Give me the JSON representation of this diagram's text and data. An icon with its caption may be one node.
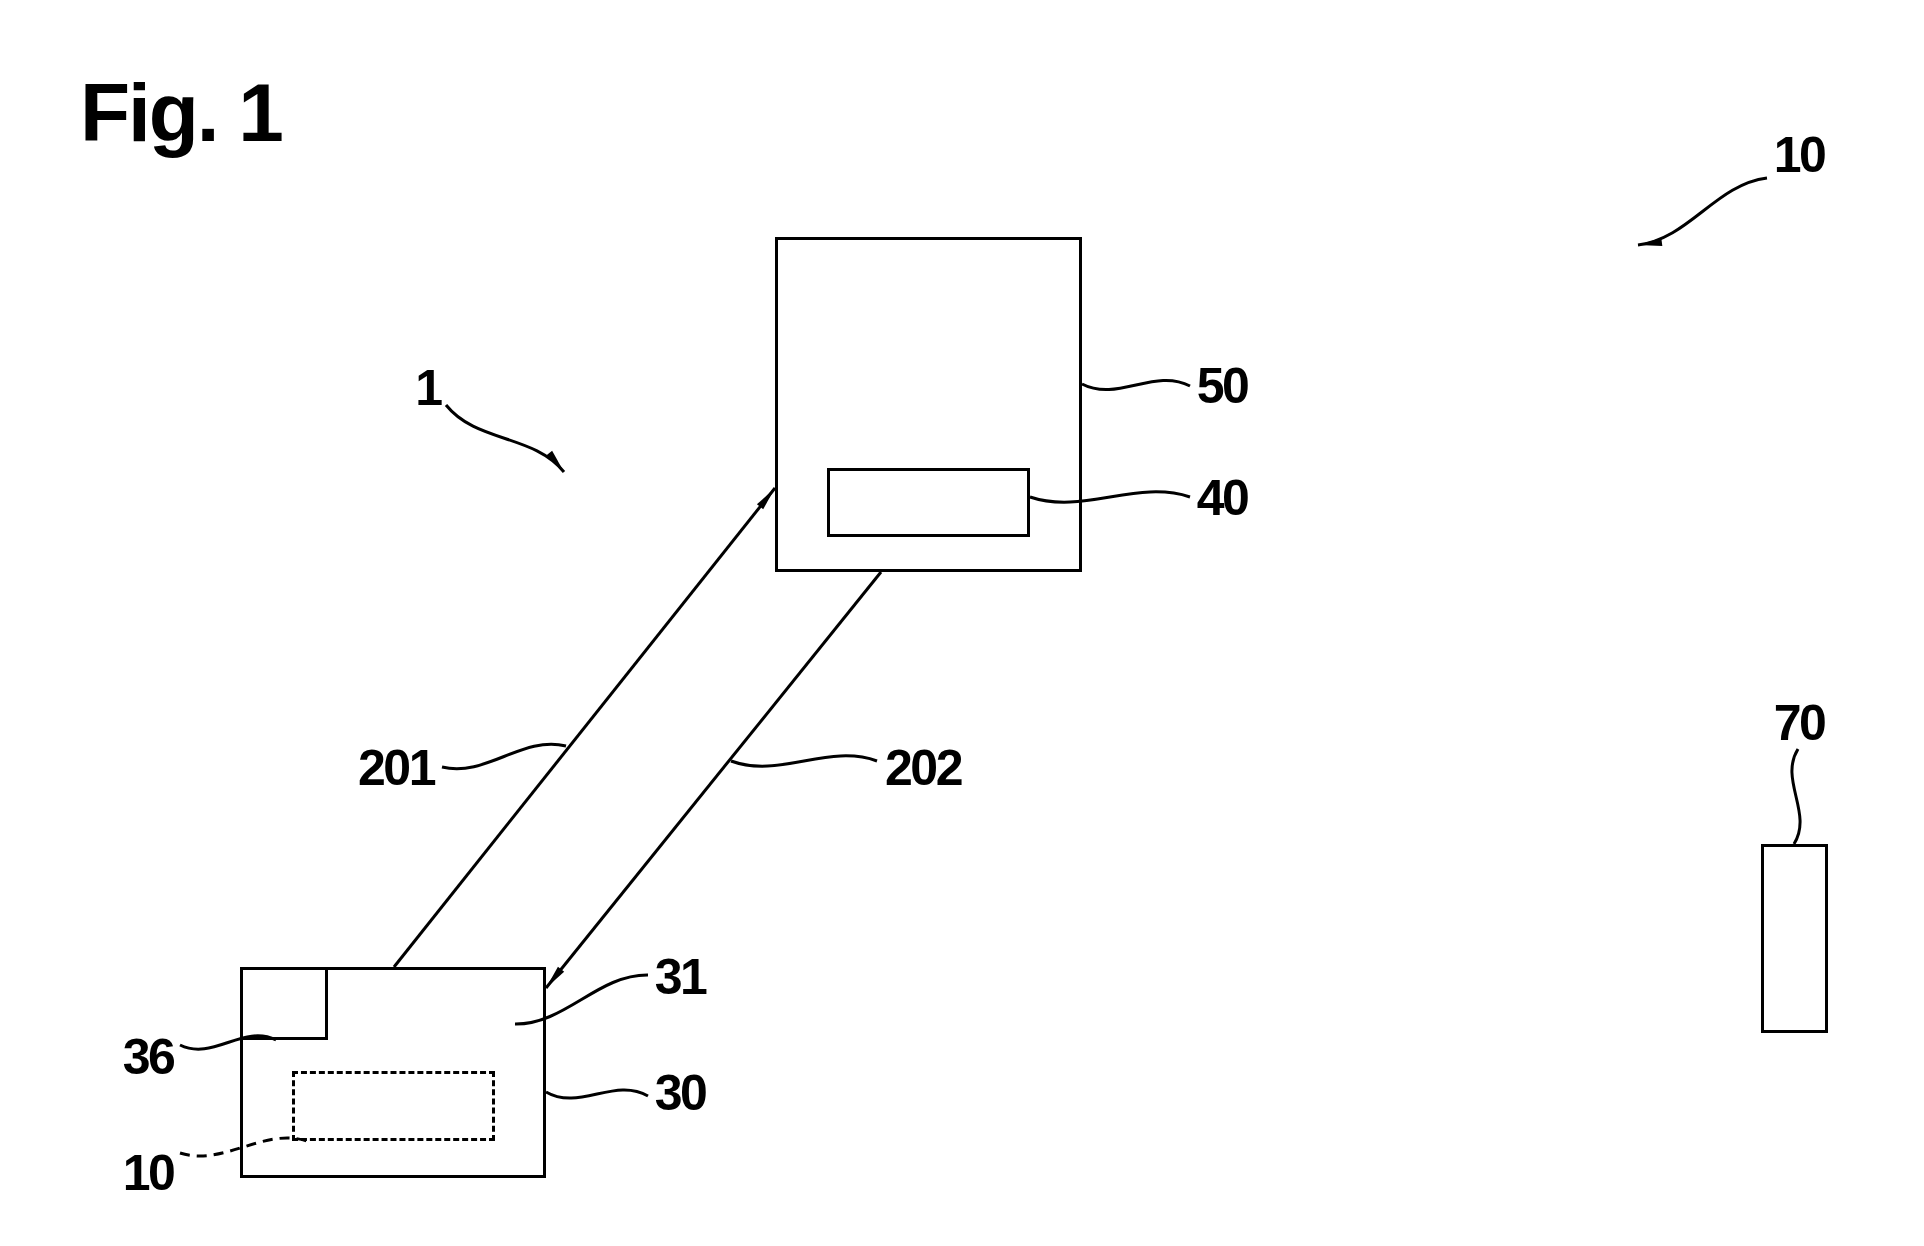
{
  "diagram": {
    "title": "Fig. 1",
    "nodes": [
      {
        "text": [
          "10"
        ]
      },
      {
        "text": [],
        "shape": "box"
      },
      {
        "text": [],
        "shape": "box",
        "in": 1
      },
      {
        "text": [
          "50"
        ]
      },
      {
        "text": [
          "1"
        ]
      },
      {
        "text": [
          "40"
        ]
      },
      {
        "text": [
          "201"
        ]
      },
      {
        "text": [
          "202"
        ]
      },
      {
        "text": [
          "70"
        ]
      },
      {
        "text": [],
        "shape": "box"
      },
      {
        "text": [
          "31"
        ]
      },
      {
        "text": [],
        "shape": "box"
      },
      {
        "text": [],
        "shape": "box",
        "in": 11
      },
      {
        "text": [],
        "shape": "box",
        "in": 11
      },
      {
        "text": [
          "36"
        ]
      },
      {
        "text": [
          "30"
        ]
      },
      {
        "text": [
          "10"
        ]
      }
    ],
    "edges": [
      {
        "from": 0,
        "to": null,
        "arrow": "to"
      },
      {
        "from": 3,
        "to": 1,
        "arrow": "none"
      },
      {
        "from": 5,
        "to": 2,
        "arrow": "none"
      },
      {
        "from": 4,
        "to": null,
        "arrow": "to"
      },
      {
        "from": 11,
        "to": 1,
        "arrow": "to"
      },
      {
        "from": 1,
        "to": 11,
        "arrow": "to"
      },
      {
        "from": 6,
        "to": null,
        "arrow": "none"
      },
      {
        "from": 7,
        "to": null,
        "arrow": "none"
      },
      {
        "from": 8,
        "to": 9,
        "arrow": "none"
      },
      {
        "from": 10,
        "to": null,
        "arrow": "none"
      },
      {
        "from": 15,
        "to": 11,
        "arrow": "none"
      },
      {
        "from": 14,
        "to": 12,
        "arrow": "none"
      },
      {
        "from": 16,
        "to": 13,
        "arrow": "none",
        "style": "dashed"
      }
    ]
  }
}
